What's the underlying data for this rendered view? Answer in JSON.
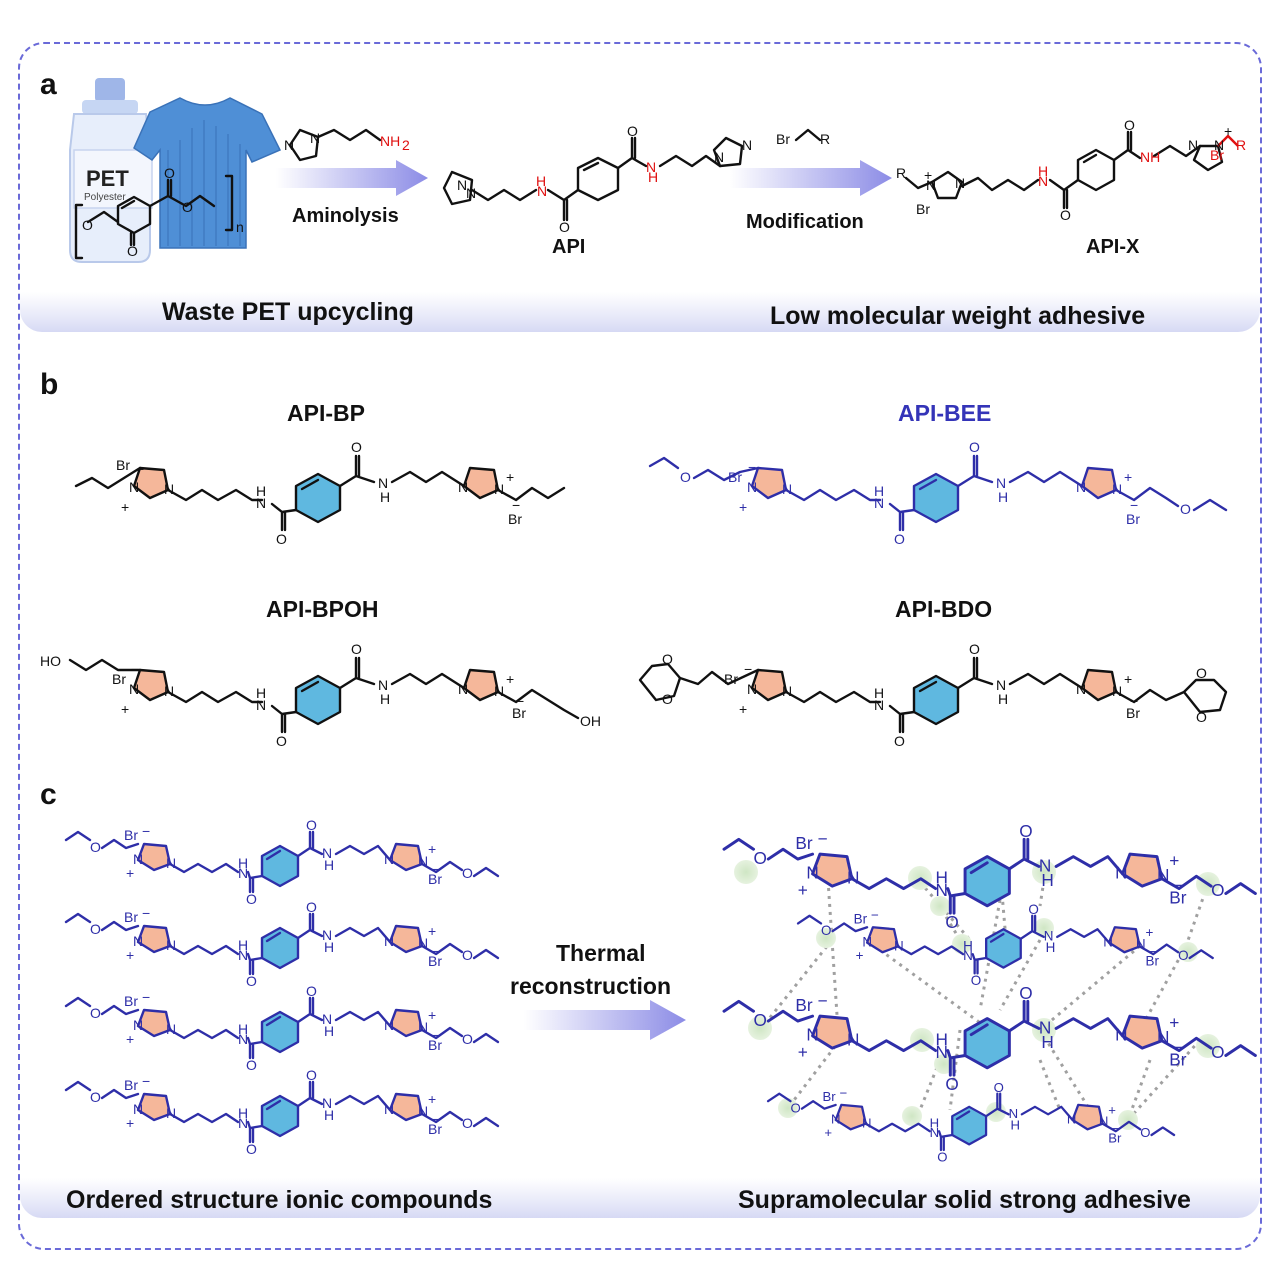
{
  "panels": {
    "a": "a",
    "b": "b",
    "c": "c"
  },
  "panel_a": {
    "pet_label": "PET",
    "pet_sublabel": "Polyester",
    "polymer_subscript": "n",
    "reagent1_nh2": "NH",
    "reagent1_sub": "2",
    "step1": "Aminolysis",
    "product1": "API",
    "reagent2_br": "Br",
    "reagent2_r": "R",
    "step2": "Modification",
    "product2": "API-X",
    "caption_left": "Waste PET upcycling",
    "caption_right": "Low molecular weight adhesive"
  },
  "panel_b": {
    "compounds": [
      "API-BP",
      "API-BEE",
      "API-BPOH",
      "API-BDO"
    ],
    "ho_left": "HO",
    "oh_right": "OH"
  },
  "panel_c": {
    "arrow_label_line1": "Thermal",
    "arrow_label_line2": "reconstruction",
    "caption_left": "Ordered structure ionic compounds",
    "caption_right": "Supramolecular solid strong adhesive"
  },
  "atoms": {
    "br": "Br",
    "n": "N",
    "h": "H",
    "o": "O",
    "plus": "+",
    "minus": "−",
    "nh": "NH"
  },
  "colors": {
    "frame": "#6a6ad8",
    "molecule_black": "#111111",
    "molecule_blue": "#2e2ea8",
    "highlight_red": "#e01010",
    "imidazolium_fill": "#f5b79a",
    "benzene_fill": "#5fb8e0",
    "hbond_glow": "#cfe6c4",
    "arrow": "#8c8ce6"
  }
}
